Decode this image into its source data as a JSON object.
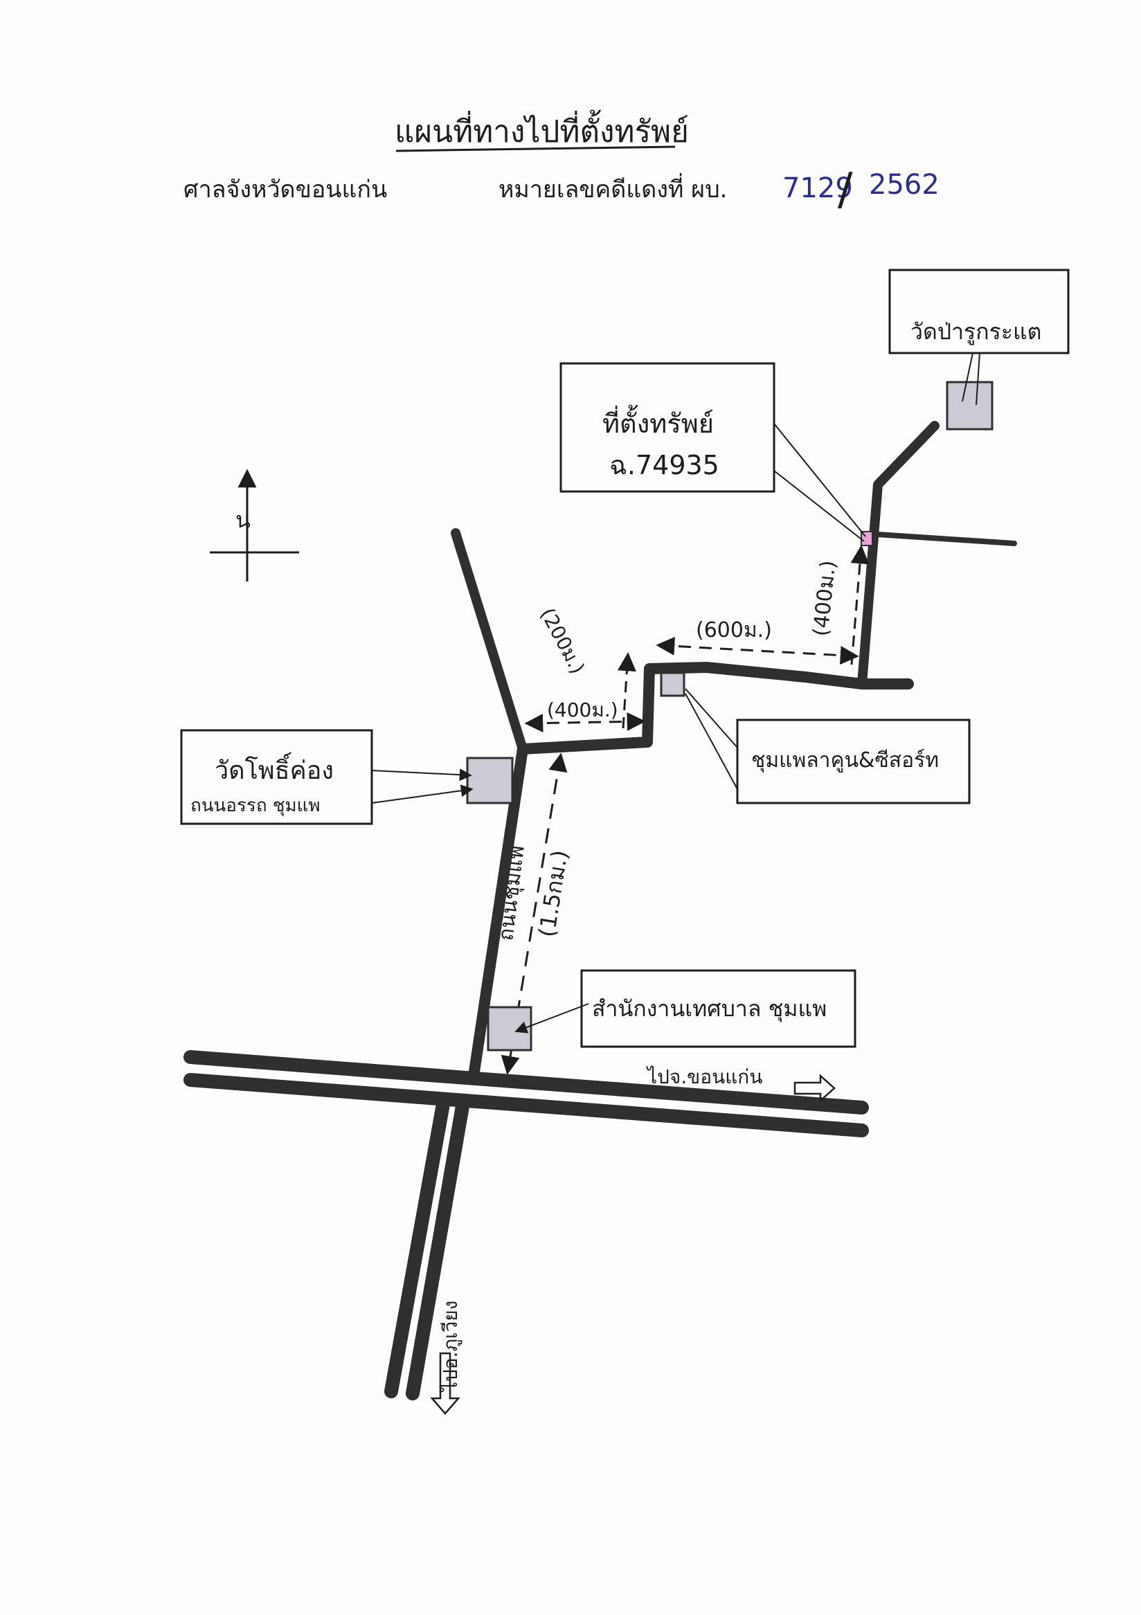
{
  "header": {
    "title": "แผนที่ทางไปที่ตั้งทรัพย์",
    "office": "ศาลจังหวัดขอนแก่น",
    "case_prefix": "หมายเลขคดีแดงที่ ผบ.",
    "case_number": "7129",
    "case_separator": "/",
    "case_year": "2562"
  },
  "compass": {
    "north_label": "น"
  },
  "labels": {
    "wat_pa": "วัดป่ารูกระแต",
    "property_title": "ที่ตั้งทรัพย์",
    "property_deed": "ฉ.74935",
    "wat_pho": "วัดโพธิ์ค่อง",
    "wat_pho_road": "ถนนอรรถ ชุมแพ",
    "chumphae_clinic": "ชุมแพลาคูน&ซีสอร์ท",
    "municipality": "สำนักงานเทศบาล ชุมแพ",
    "main_road": "ถนนชุมแพ",
    "to_khonkaen": "ไปจ.ขอนแก่น",
    "to_phuwiang": "ไปอ.ภูเวียง"
  },
  "distances": {
    "d400_north": "(400ม.)",
    "d600": "(600ม.)",
    "d200": "(200ม.)",
    "d400_west": "(400ม.)",
    "d1500": "(1.5กม.)"
  },
  "colors": {
    "road": "#2f2f2f",
    "landmark_fill": "#cbcbd3",
    "property_marker": "#e8a6d6",
    "ink_blue": "#2a2e8c"
  }
}
